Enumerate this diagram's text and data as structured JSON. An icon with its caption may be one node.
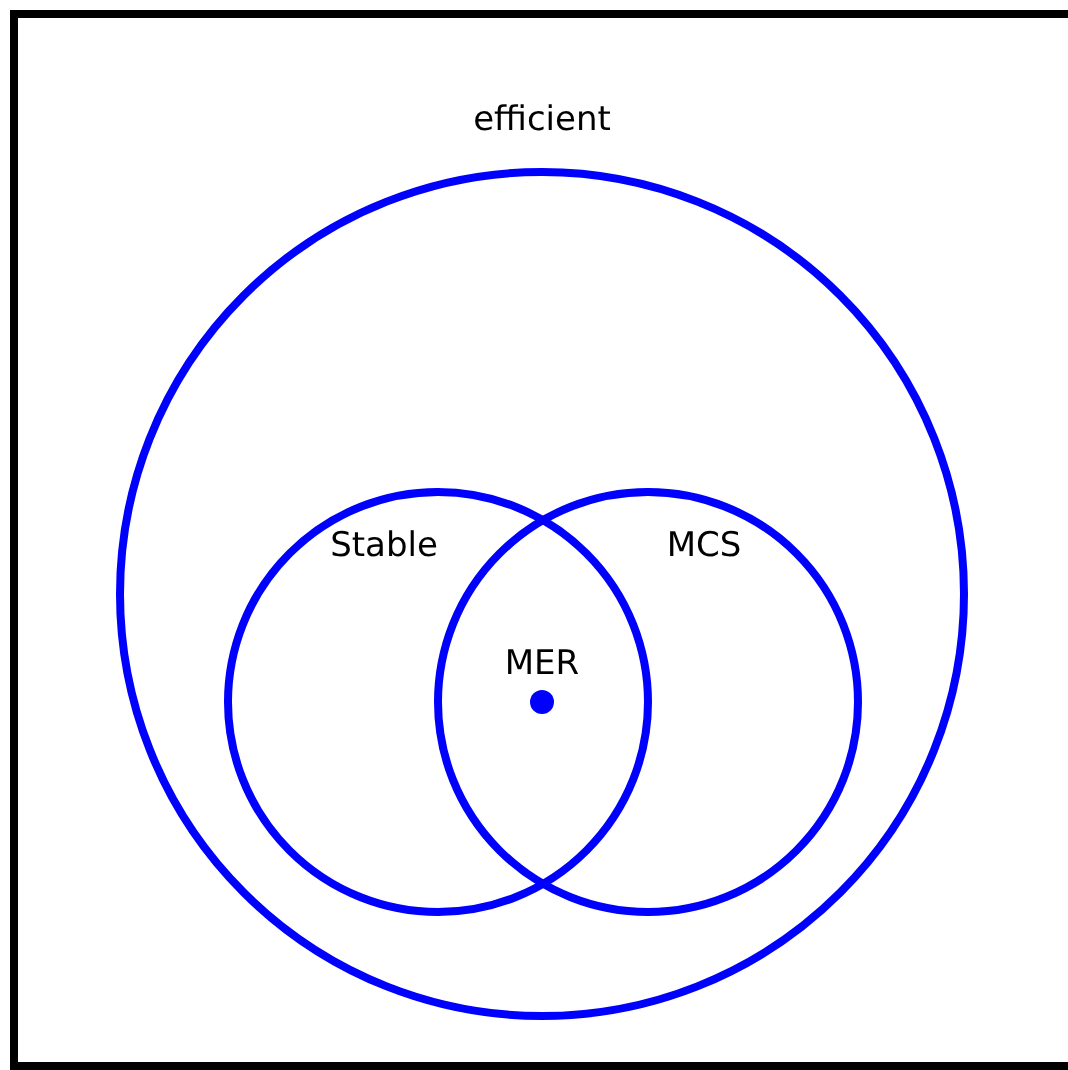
{
  "diagram": {
    "nodes": [
      {
        "text": [
          "efficient"
        ]
      },
      {
        "text": [
          "Stable"
        ],
        "in": 0
      },
      {
        "text": [
          "MCS"
        ],
        "in": 0
      },
      {
        "text": [
          "MER"
        ]
      }
    ]
  }
}
